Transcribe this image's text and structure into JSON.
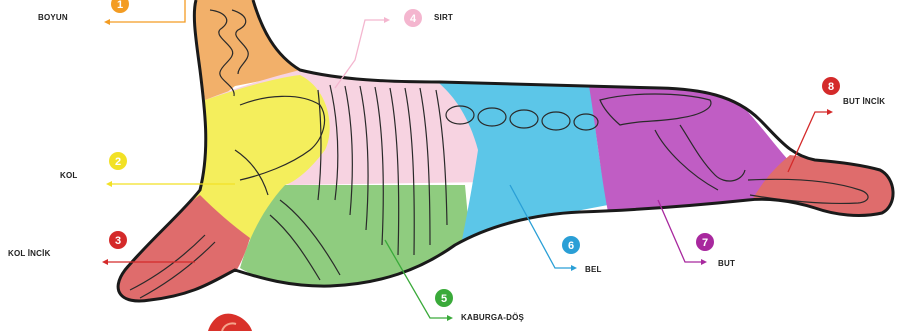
{
  "cuts": [
    {
      "id": 1,
      "number": "1",
      "name": "BOYUN",
      "color": "#f39c23"
    },
    {
      "id": 2,
      "number": "2",
      "name": "KOL",
      "color": "#f2e125"
    },
    {
      "id": 3,
      "number": "3",
      "name": "KOL İNCİK",
      "color": "#d42a2a"
    },
    {
      "id": 4,
      "number": "4",
      "name": "SIRT",
      "color": "#f4b6cf"
    },
    {
      "id": 5,
      "number": "5",
      "name": "KABURGA-DÖŞ",
      "color": "#3aaa3a"
    },
    {
      "id": 6,
      "number": "6",
      "name": "BEL",
      "color": "#2a9fd6"
    },
    {
      "id": 7,
      "number": "7",
      "name": "BUT",
      "color": "#a8289e"
    },
    {
      "id": 8,
      "number": "8",
      "name": "BUT İNCİK",
      "color": "#d42a2a"
    }
  ],
  "region_fills": {
    "neck": "#f2b06a",
    "shoulder": "#f4ee5c",
    "back": "#f7d3e1",
    "brisket": "#8fcc7f",
    "loin": "#5cc6e8",
    "round": "#c05dc4",
    "shank": "#df6c6c",
    "outline": "#1a1a1a"
  }
}
